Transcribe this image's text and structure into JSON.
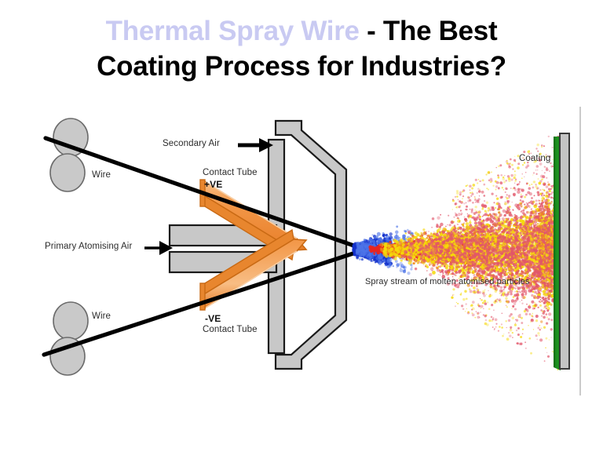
{
  "slide": {
    "title_accent": "Thermal Spray Wire",
    "title_rest": " - The Best",
    "title_line2": "Coating Process for Industries?"
  },
  "diagram": {
    "labels": {
      "wire_top": "Wire",
      "wire_bottom": "Wire",
      "secondary_air": "Secondary Air",
      "primary_air": "Primary Atomising Air",
      "contact_tube_top": "Contact Tube",
      "polarity_top": "+VE",
      "polarity_bottom": "-VE",
      "contact_tube_bottom": "Contact Tube",
      "spray_stream": "Spray stream of molten atomised particles",
      "coating": "Coating"
    },
    "colors": {
      "metal_gray": "#c8c8c8",
      "metal_stroke": "#1a1a1a",
      "contact_tube_orange": "#f0913f",
      "contact_tube_light": "#f7b97e",
      "coating_green": "#1e8a1e",
      "substrate_gray": "#c4c4c4",
      "wire_black": "#000000",
      "spray_blue": "#1533cc",
      "spray_red": "#e8251f",
      "spray_orange": "#f08a1a",
      "spray_yellow": "#f5d90a",
      "spray_pink": "#e2566a",
      "border_line": "#999999"
    }
  }
}
